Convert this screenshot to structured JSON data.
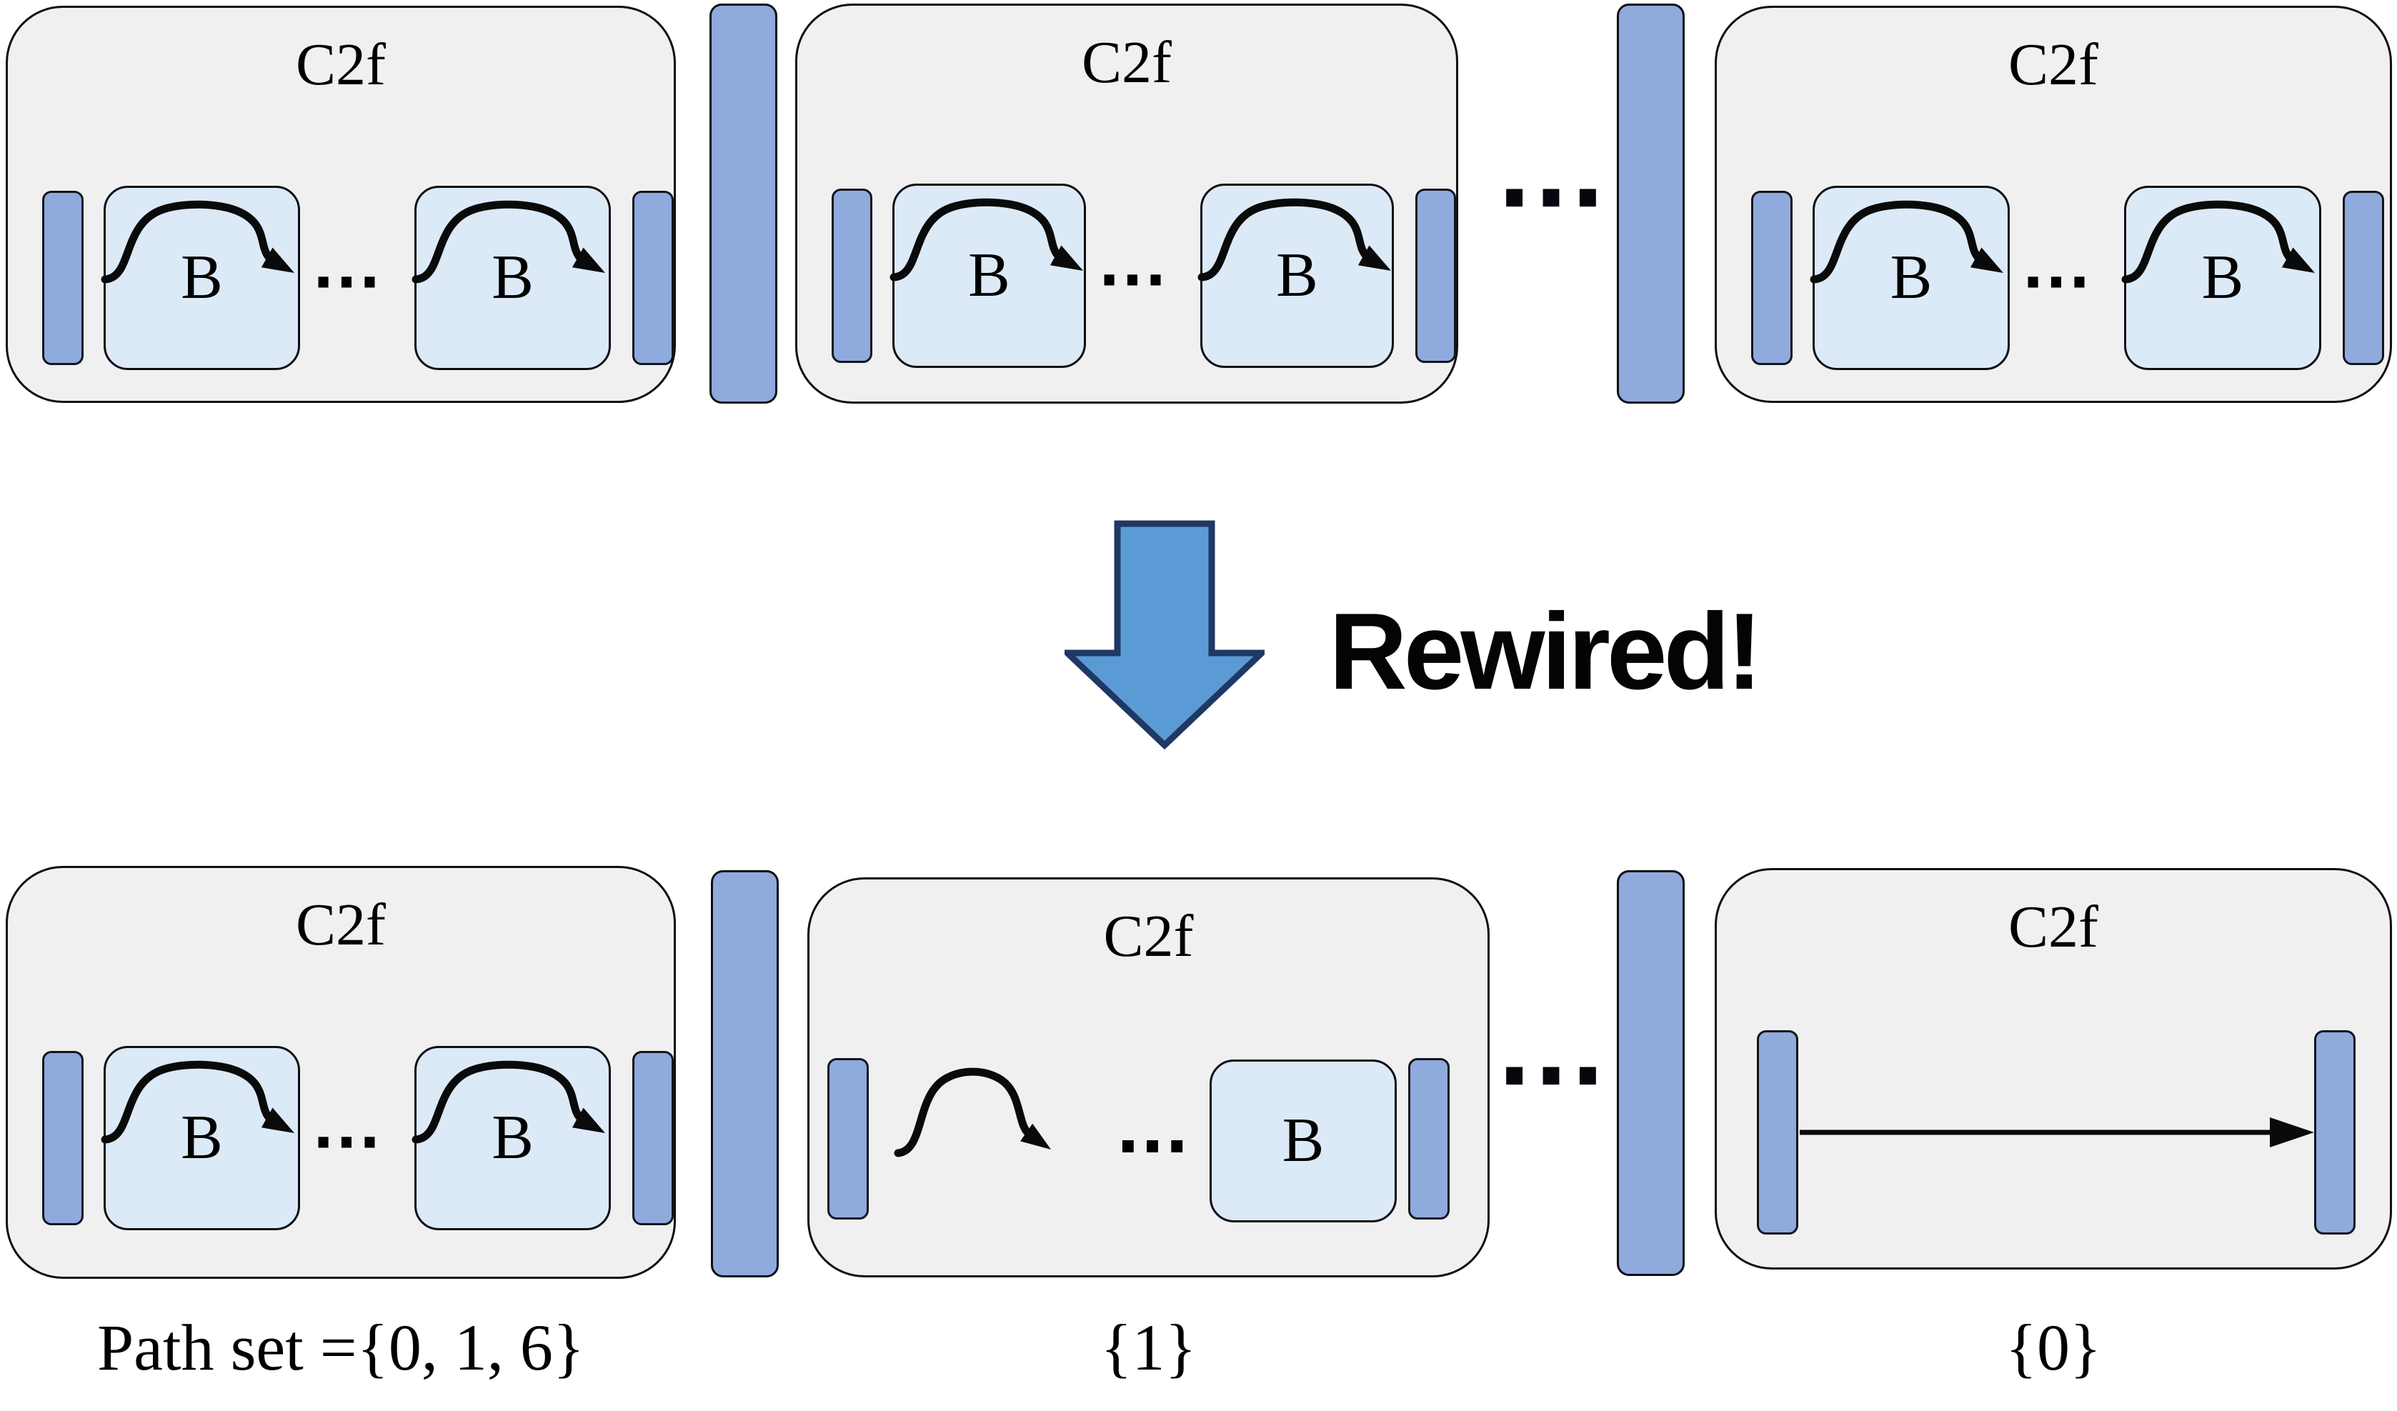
{
  "diagram": {
    "rewired_label": "Rewired!",
    "separator_ellipsis": "···",
    "inner_ellipsis": "···"
  },
  "blocks": {
    "top_left": {
      "title": "C2f",
      "b1": "B",
      "b2": "B"
    },
    "top_middle": {
      "title": "C2f",
      "b1": "B",
      "b2": "B"
    },
    "top_right": {
      "title": "C2f",
      "b1": "B",
      "b2": "B"
    },
    "bottom_left": {
      "title": "C2f",
      "b1": "B",
      "b2": "B",
      "path_set_label": "Path set ={0, 1, 6}"
    },
    "bottom_middle": {
      "title": "C2f",
      "b1": "B",
      "path_set_label": "{1}"
    },
    "bottom_right": {
      "title": "C2f",
      "path_set_label": "{0}"
    }
  },
  "colors": {
    "c2f_fill": "#f0f0f0",
    "bottleneck_fill": "#dce9f7",
    "bar_fill": "#8faadc",
    "big_arrow_fill": "#5b9bd5",
    "big_arrow_stroke": "#1f3864",
    "line_color": "#000000"
  }
}
